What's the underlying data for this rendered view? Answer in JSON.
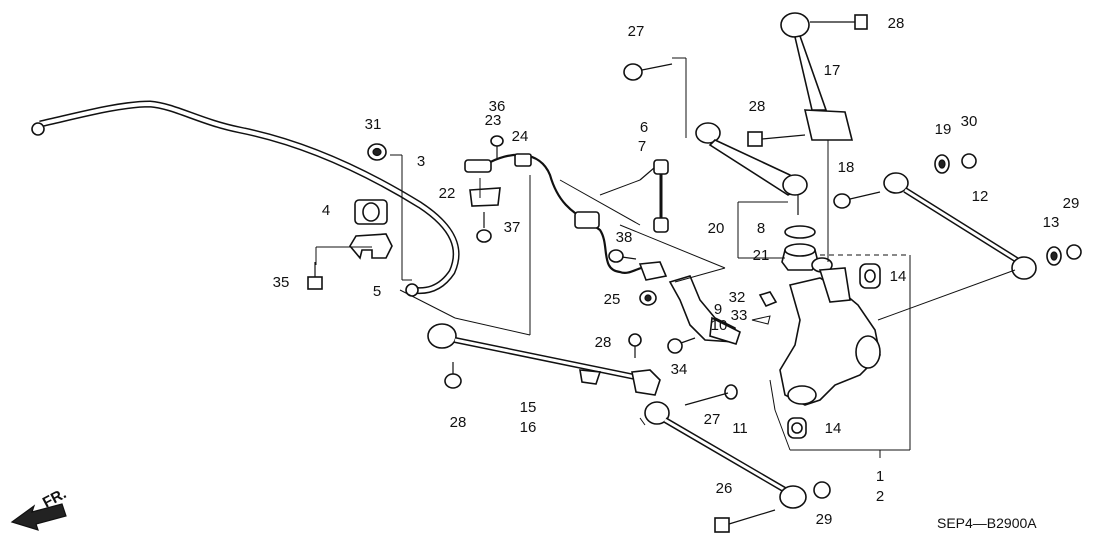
{
  "diagram": {
    "code": "SEP4—B2900A",
    "direction_label": "FR.",
    "callouts": [
      "27",
      "28",
      "17",
      "36",
      "23",
      "31",
      "6",
      "24",
      "7",
      "3",
      "28",
      "19",
      "30",
      "22",
      "18",
      "12",
      "4",
      "37",
      "20",
      "8",
      "13",
      "29",
      "38",
      "21",
      "14",
      "35",
      "5",
      "32",
      "25",
      "9",
      "33",
      "10",
      "28",
      "34",
      "28",
      "15",
      "16",
      "27",
      "11",
      "14",
      "1",
      "2",
      "26",
      "29"
    ]
  }
}
